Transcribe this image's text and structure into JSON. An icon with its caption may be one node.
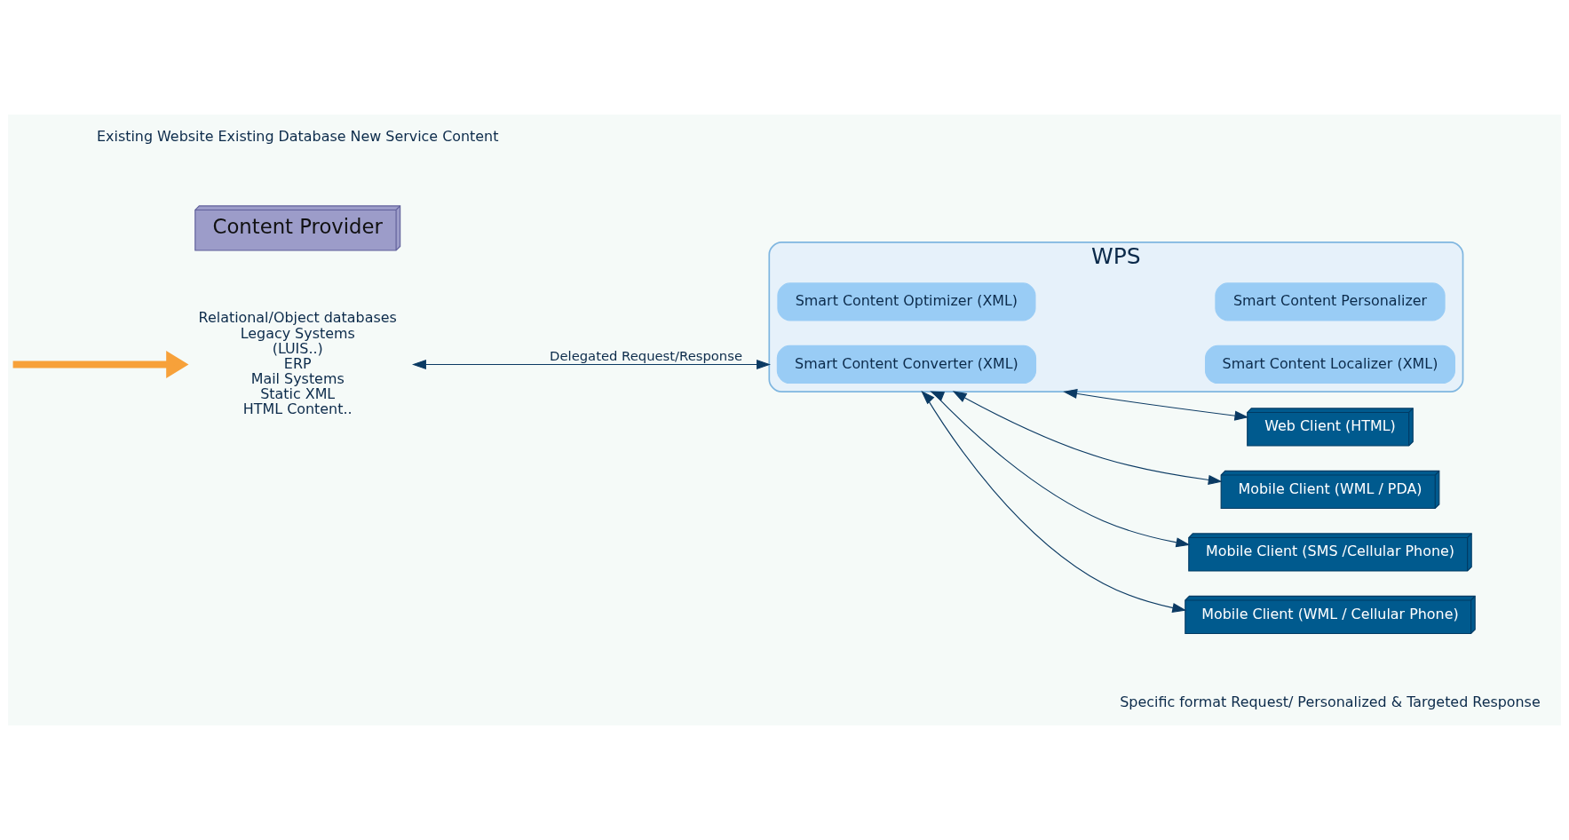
{
  "diagram": {
    "nodes": [
      {
        "text": [
          "WPS"
        ]
      },
      {
        "text": [
          "Smart Content Converter (XML)"
        ],
        "in": 0
      },
      {
        "text": [
          "Smart Content Localizer (XML)"
        ],
        "in": 0
      },
      {
        "text": [
          "Smart Content Optimizer (XML)"
        ],
        "in": 0
      },
      {
        "text": [
          "Smart Content Personalizer"
        ],
        "in": 0
      },
      {
        "text": [
          "Content Provider"
        ]
      },
      {
        "text": [
          "Relational/Object databases",
          "Legacy Systems",
          "(LUIS..)",
          "ERP",
          "Mail Systems",
          "Static XML",
          "HTML Content.."
        ]
      },
      {
        "text": [
          "Web Client (HTML)"
        ]
      },
      {
        "text": [
          "Mobile Client (WML / PDA)"
        ]
      },
      {
        "text": [
          "Mobile Client (SMS /Cellular Phone)"
        ]
      },
      {
        "text": [
          "Mobile Client (WML / Cellular Phone)"
        ]
      }
    ],
    "edges": [
      {
        "from": 6,
        "to": 0,
        "arrow": "both",
        "label": "Delegated Request/Response"
      },
      {
        "from": 0,
        "to": 7,
        "arrow": "both"
      },
      {
        "from": 0,
        "to": 8,
        "arrow": "both"
      },
      {
        "from": 0,
        "to": 9,
        "arrow": "both"
      },
      {
        "from": 0,
        "to": 10,
        "arrow": "both"
      },
      {
        "from": null,
        "to": 6,
        "arrow": "to",
        "style": "thick",
        "color": "#f7a13a"
      }
    ],
    "labels": [
      "Existing Website Existing Database New Service Content",
      "Specific format Request/ Personalized & Targeted Response"
    ]
  }
}
